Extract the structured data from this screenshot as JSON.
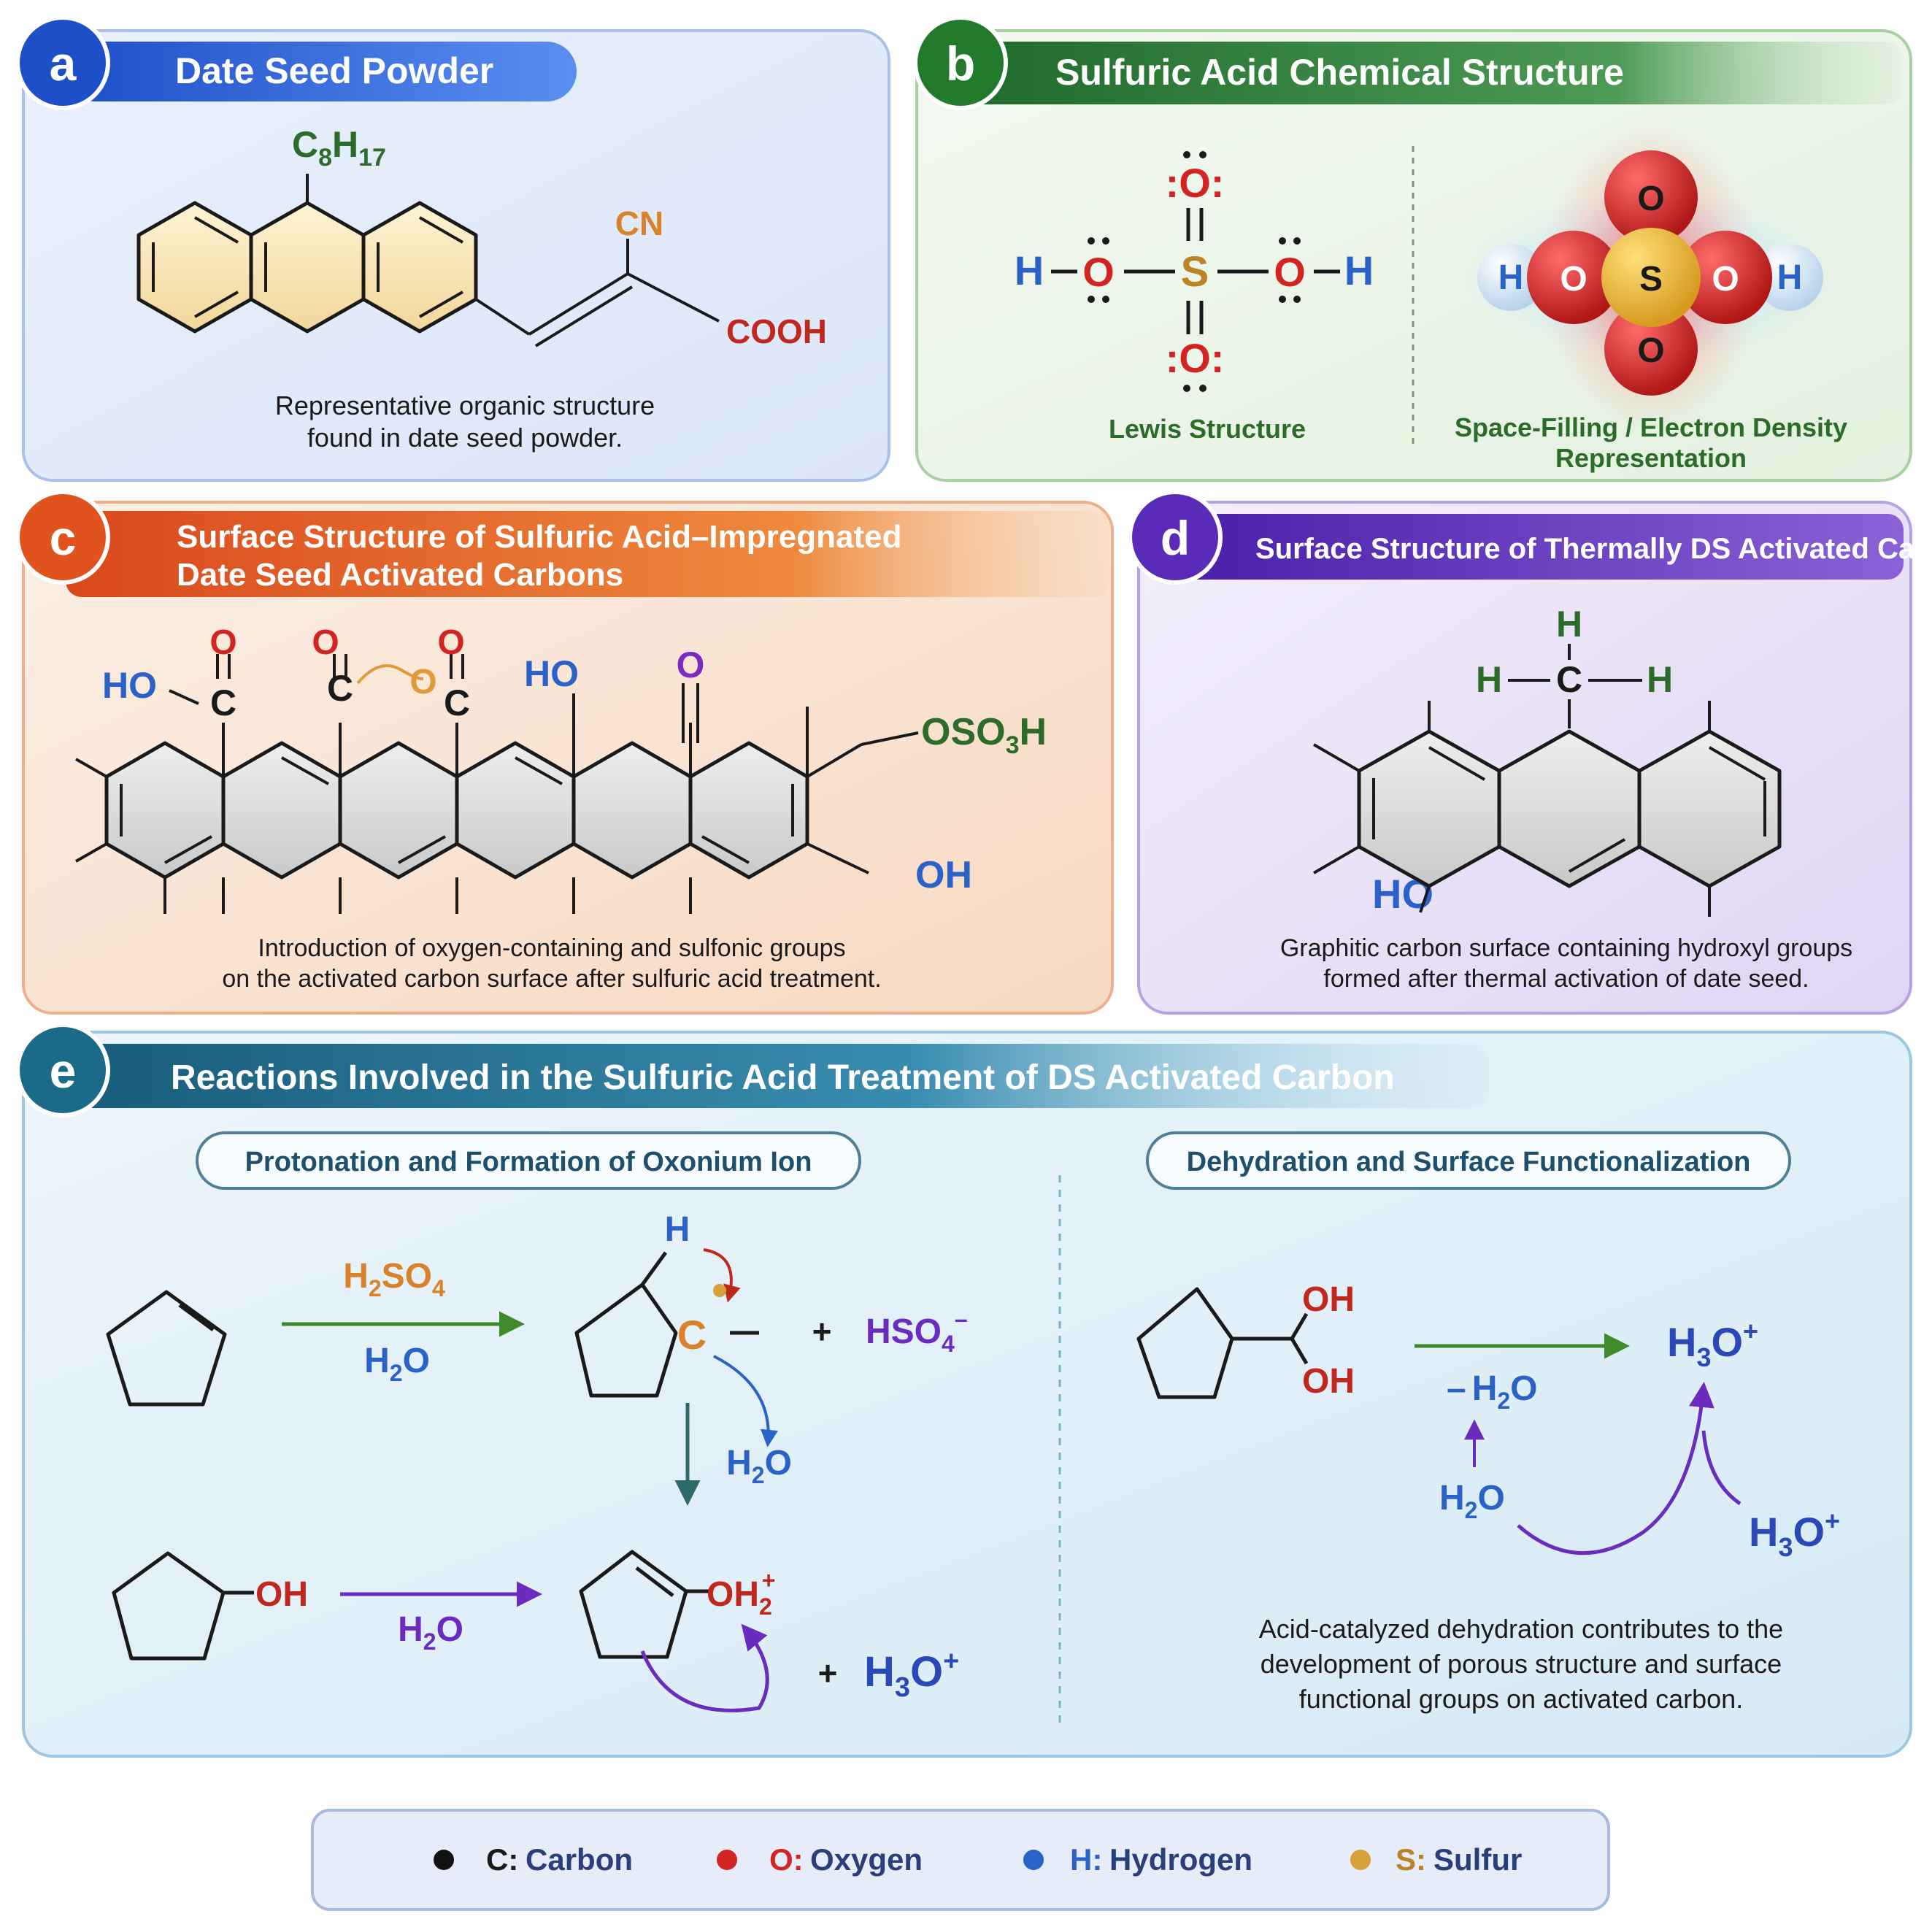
{
  "panels": {
    "a": {
      "letter": "a",
      "title": "Date Seed Powder",
      "sidechain_c": "C",
      "sidechain_c_sub": "8",
      "sidechain_h": "H",
      "sidechain_h_sub": "17",
      "cn": "CN",
      "cooh": "COOH",
      "caption_line1": "Representative organic structure",
      "caption_line2": "found in date seed powder."
    },
    "b": {
      "letter": "b",
      "title": "Sulfuric Acid Chemical Structure",
      "lewis_label": "Lewis Structure",
      "space_label_line1": "Space-Filling / Electron Density",
      "space_label_line2": "Representation",
      "atom_h": "H",
      "atom_o": "O",
      "atom_s": "S",
      "lewis_o": ":O:"
    },
    "c": {
      "letter": "c",
      "title_line1": "Surface Structure of Sulfuric Acid–Impregnated",
      "title_line2": "Date Seed Activated Carbons",
      "ho": "HO",
      "o": "O",
      "c": "C",
      "oso3h_main": "OSO",
      "oso3h_sub": "3",
      "oso3h_end": "H",
      "oh": "OH",
      "caption_line1": "Introduction of oxygen-containing and sulfonic groups",
      "caption_line2": "on the activated carbon surface after sulfuric acid treatment."
    },
    "d": {
      "letter": "d",
      "title": "Surface Structure of Thermally DS Activated Carbon",
      "h": "H",
      "c": "C",
      "ho": "HO",
      "caption_line1": "Graphitic carbon surface containing hydroxyl groups",
      "caption_line2": "formed after thermal activation of date seed."
    },
    "e": {
      "letter": "e",
      "title": "Reactions Involved in the Sulfuric Acid Treatment of DS Activated Carbon",
      "left_subtitle": "Protonation and Formation of Oxonium Ion",
      "right_subtitle": "Dehydration and Surface Functionalization",
      "h2so4_main": "H",
      "h2so4_sub": "2",
      "h2so4_end": "SO",
      "h2so4_sub2": "4",
      "h2o_main": "H",
      "h2o_sub": "2",
      "h2o_end": "O",
      "h3o_main": "H",
      "h3o_sub": "3",
      "h3o_end": "O",
      "plus_sign": "+",
      "minus_sign": "–",
      "charge_minus": "–",
      "hso4_main": "HSO",
      "hso4_sub": "4",
      "h": "H",
      "c": "C",
      "oh": "OH",
      "oh2_main": "OH",
      "oh2_sub": "2",
      "caption_line1": "Acid-catalyzed dehydration contributes to the",
      "caption_line2": "development of porous structure and surface",
      "caption_line3": "functional groups on activated carbon."
    }
  },
  "legend": [
    {
      "symbol": "C:",
      "name": "Carbon",
      "color": "#111111"
    },
    {
      "symbol": "O:",
      "name": "Oxygen",
      "color": "#d32424"
    },
    {
      "symbol": "H:",
      "name": "Hydrogen",
      "color": "#2a62c8"
    },
    {
      "symbol": "S:",
      "name": "Sulfur",
      "color": "#d6a03a"
    }
  ],
  "colors": {
    "carbon": "#111111",
    "oxygen": "#d32424",
    "hydrogen": "#2a62c8",
    "sulfur": "#d6a03a",
    "green_text": "#2c6b2a",
    "purple": "#6b2bbf",
    "orange_text": "#d9822b"
  }
}
